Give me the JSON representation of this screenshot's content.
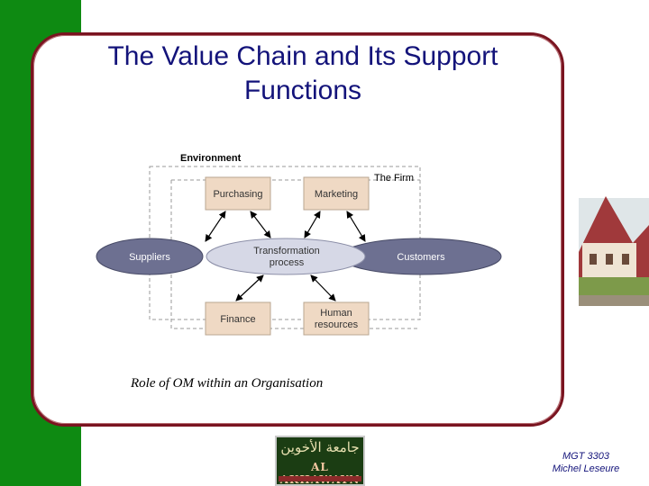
{
  "slide": {
    "title": "The Value Chain and Its Support Functions",
    "caption": "Role of OM within an Organisation"
  },
  "diagram": {
    "environment_label": "Environment",
    "firm_label": "The Firm",
    "boxes": {
      "purchasing": "Purchasing",
      "marketing": "Marketing",
      "finance": "Finance",
      "human_resources_line1": "Human",
      "human_resources_line2": "resources"
    },
    "ellipses": {
      "suppliers": "Suppliers",
      "transformation_line1": "Transformation",
      "transformation_line2": "process",
      "customers": "Customers"
    }
  },
  "footer": {
    "logo_arabic": "جامعة الأخوين",
    "logo_latin": "AL AKHAWAYN",
    "course": "MGT 3303",
    "author": "Michel Leseure"
  },
  "colors": {
    "sidebar_green": "#0e8a12",
    "frame_maroon": "#7a1420",
    "title_navy": "#13137a",
    "box_tan": "#efd9c4",
    "ellipse_slate": "#6d7091",
    "ellipse_center": "#d6d8e6"
  }
}
